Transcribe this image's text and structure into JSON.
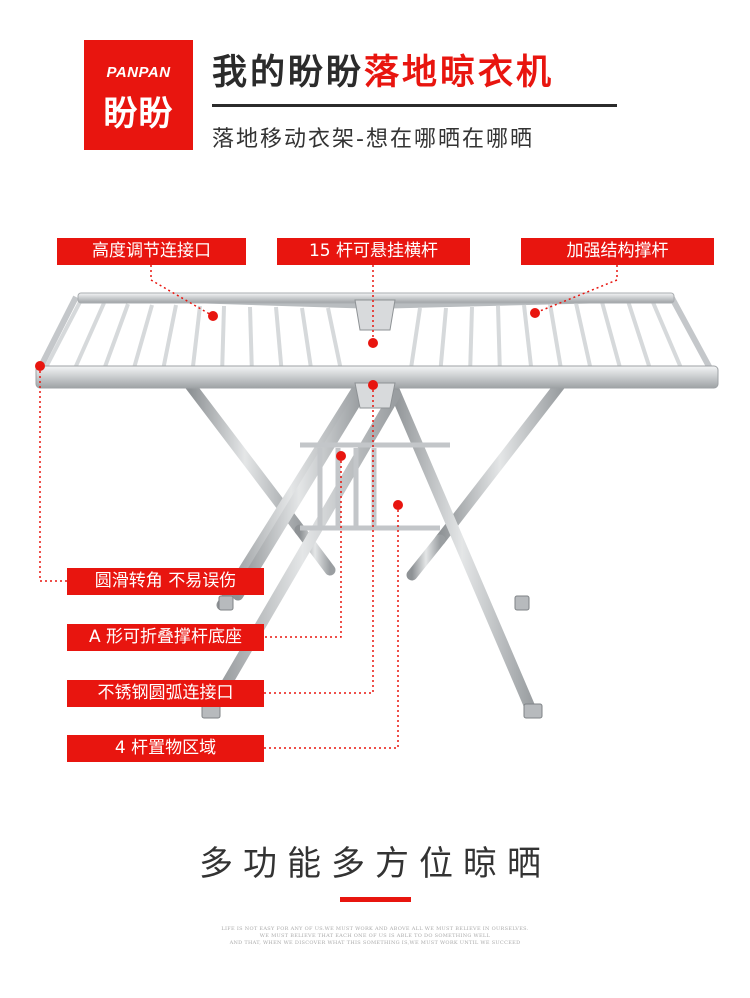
{
  "brand": {
    "latin": "PANPAN",
    "chinese": "盼盼"
  },
  "headline": {
    "dark_part": "我的盼盼",
    "red_part": "落地晾衣机"
  },
  "tagline": "落地移动衣架-想在哪晒在哪晒",
  "callouts": {
    "height_joint": "高度调节连接口",
    "hanging_bars": "15 杆可悬挂横杆",
    "support_bar": "加强结构撑杆",
    "rounded_corner": "圆滑转角 不易误伤",
    "foldable_base": "A 形可折叠撑杆底座",
    "arc_connector": "不锈钢圆弧连接口",
    "storage_area": "4 杆置物区域"
  },
  "bottom": {
    "title": "多功能多方位晾晒",
    "fine_print_1": "LIFE IS NOT EASY FOR ANY OF US.WE MUST WORK AND ABOVE ALL WE MUST BELIEVE IN OURSELVES.",
    "fine_print_2": "WE MUST BELIEVE THAT EACH ONE OF US IS ABLE TO DO SOMETHING WELL",
    "fine_print_3": "AND THAT, WHEN WE DISCOVER WHAT THIS SOMETHING IS,WE MUST WORK UNTIL WE SUCCEED"
  },
  "colors": {
    "accent": "#e8150f",
    "text_dark": "#2b2b2b",
    "steel": "#c9ccce"
  },
  "icons": {
    "drying_rack": "folding-drying-rack-illustration"
  }
}
